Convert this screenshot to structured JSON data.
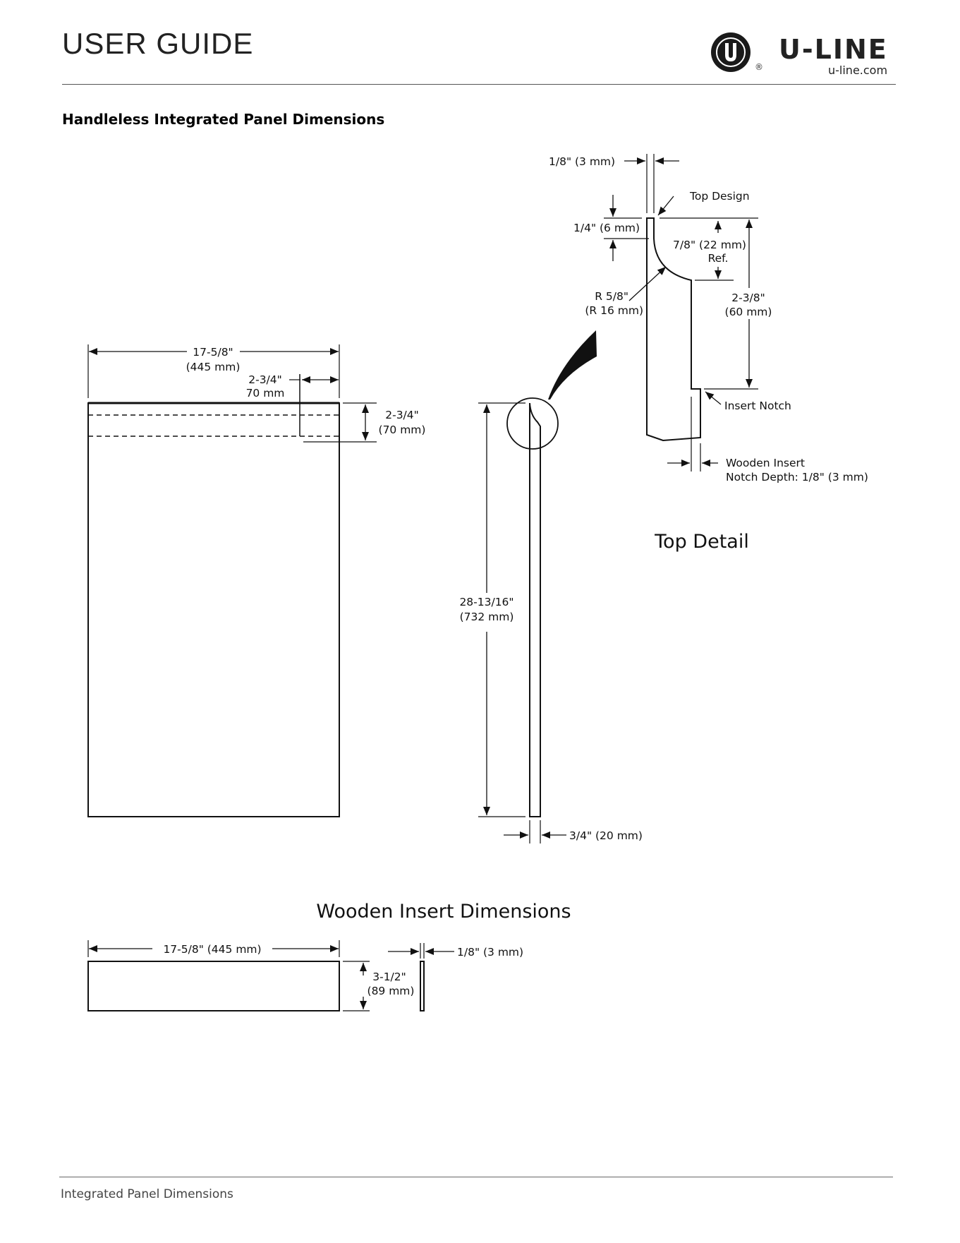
{
  "header": {
    "title": "USER GUIDE",
    "brand": {
      "logo_letter": "U",
      "name": "U-LINE",
      "registered": "®",
      "url": "u-line.com"
    }
  },
  "section_title": "Handleless Integrated Panel Dimensions",
  "front_view": {
    "width_label_1": "17-5/8\"",
    "width_label_2": "(445 mm)",
    "inset_label_1": "2-3/4\"",
    "inset_label_2": "70 mm",
    "strip_label_1": "2-3/4\"",
    "strip_label_2": "(70 mm)"
  },
  "side_view": {
    "height_label_1": "28-13/16\"",
    "height_label_2": "(732 mm)",
    "thickness_label": "3/4\" (20 mm)"
  },
  "top_detail": {
    "title": "Top Detail",
    "top_gap": "1/8\" (3 mm)",
    "top_design": "Top Design",
    "lip_height": "1/4\" (6 mm)",
    "ref_height_1": "7/8\" (22 mm)",
    "ref_height_2": "Ref.",
    "radius_1": "R 5/8\"",
    "radius_2": "(R 16 mm)",
    "notch_height_1": "2-3/8\"",
    "notch_height_2": "(60 mm)",
    "insert_notch": "Insert Notch",
    "notch_depth_1": "Wooden Insert",
    "notch_depth_2": "Notch Depth: 1/8\" (3 mm)"
  },
  "wooden_insert": {
    "title": "Wooden Insert Dimensions",
    "width_label": "17-5/8\" (445 mm)",
    "height_label_1": "3-1/2\"",
    "height_label_2": "(89 mm)",
    "thickness_label": "1/8\" (3 mm)"
  },
  "footer": {
    "text": "Integrated Panel Dimensions"
  }
}
